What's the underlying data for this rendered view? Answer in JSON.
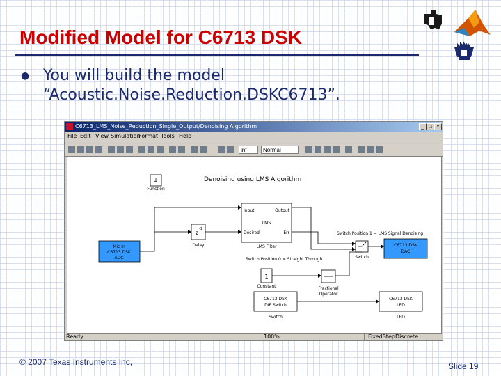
{
  "slide": {
    "title": "Modified Model for C6713 DSK",
    "bullet_lines": [
      "You will build the model",
      "“Acoustic.Noise.Reduction.DSKC6713”."
    ],
    "footer_left": "© 2007 Texas Instruments Inc,",
    "footer_right": "Slide 19"
  },
  "colors": {
    "title": "#cc0000",
    "text": "#1a2a6c",
    "block_blue": "#3399ff"
  },
  "window": {
    "title": "C6713_LMS_Noise_Reduction_Single_Output/Denoising Algorithm",
    "menu": [
      "File",
      "Edit",
      "View",
      "Simulation",
      "Format",
      "Tools",
      "Help"
    ],
    "toolbar": {
      "sim_time": "inf",
      "sim_mode": "Normal"
    },
    "status": {
      "left": "Ready",
      "zoom": "100%",
      "solver": "FixedStepDiscrete"
    }
  },
  "diagram": {
    "title": "Denoising using LMS Algorithm",
    "blocks": {
      "function_sym": "↓",
      "function_label": "Function",
      "adc_lines": [
        "Mic In",
        "C6713 DSK",
        "ADC"
      ],
      "delay_top": "z",
      "delay_exp": "-1",
      "delay_label": "Delay",
      "lms_input": "Input",
      "lms_output": "Output",
      "lms_name": "LMS",
      "lms_desired": "Desired",
      "lms_err": "Err",
      "lms_label": "LMS Filter",
      "switch_pos1": "Switch Position 1 = LMS Signal Denoising",
      "switch_pos0": "Switch Position 0 = Straight Through",
      "switch_label": "Switch",
      "dac_lines": [
        "C6713 DSK",
        "DAC"
      ],
      "const_value": "1",
      "const_label": "Constant",
      "frac_label_1": "Fractional",
      "frac_label_2": "Operator",
      "dip_lines": [
        "C6713 DSK",
        "DIP Switch"
      ],
      "dip_label": "Switch",
      "led_lines": [
        "C6713 DSK",
        "LED"
      ],
      "led_label": "LED"
    }
  }
}
